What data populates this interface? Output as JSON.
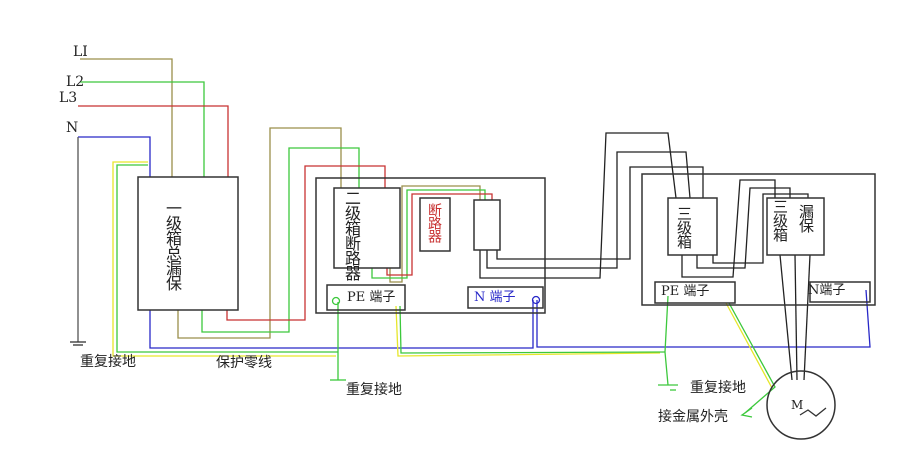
{
  "supply_labels": {
    "l1": "LI",
    "l2": "L2",
    "l3": "L3",
    "n": "N"
  },
  "boxes": {
    "level1_main_rcd": "一级箱总漏保",
    "level2_breaker": "二级箱断路器",
    "breaker": "断路器",
    "level3_box": "三级箱",
    "level3_rcd_a": "三级箱",
    "level3_rcd_b": "漏保"
  },
  "terminals": {
    "pe_2": "PE 端子",
    "n_2": "N 端子",
    "pe_3": "PE 端子",
    "n_3": "N端子"
  },
  "annotations": {
    "repeat_ground_1": "重复接地",
    "protective_neutral": "保护零线",
    "repeat_ground_2": "重复接地",
    "repeat_ground_3": "重复接地",
    "metal_casing": "接金属外壳",
    "motor": "M"
  },
  "colors": {
    "l1": "#9a8f4a",
    "l2": "#3cc83c",
    "l3": "#c83232",
    "n": "#2828c8",
    "pe_yellow": "#e6e62a",
    "box": "#333333",
    "load": "#222222"
  }
}
